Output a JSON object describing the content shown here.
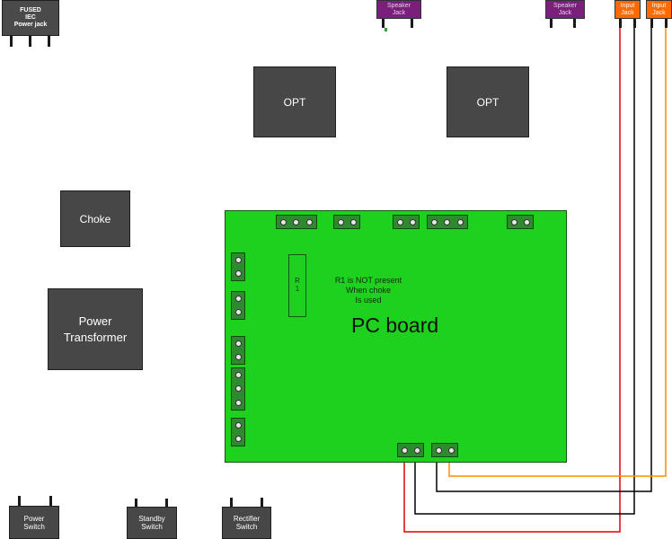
{
  "components": {
    "iec": "FUSED\nIEC\nPower jack",
    "opt_left": "OPT",
    "opt_right": "OPT",
    "choke": "Choke",
    "transformer": "Power\nTransformer",
    "power_switch": "Power\nSwitch",
    "standby_switch": "Standby\nSwitch",
    "rectifier_switch": "Rectifier\nSwitch"
  },
  "jacks": {
    "speaker_1": "Speaker\nJack",
    "speaker_2": "Speaker\nJack",
    "input_1": "Input\nJack",
    "input_2": "Input\nJack"
  },
  "pcb": {
    "label": "PC board",
    "r1_label": "R\n1",
    "note": "R1 is NOT present\nWhen choke\nIs used"
  },
  "colors": {
    "pcb": "#1fd11f",
    "component": "#474747",
    "speaker_jack": "#7a1f7a",
    "input_jack": "#ff6a00",
    "wire_red": "#e00000",
    "wire_black": "#000000",
    "wire_orange": "#ff8c00"
  }
}
